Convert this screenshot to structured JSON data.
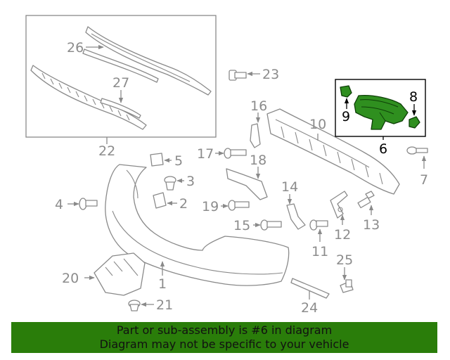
{
  "diagram": {
    "labels": {
      "l1": "1",
      "l2": "2",
      "l3": "3",
      "l4": "4",
      "l5": "5",
      "l6": "6",
      "l7": "7",
      "l8": "8",
      "l9": "9",
      "l10": "10",
      "l11": "11",
      "l12": "12",
      "l13": "13",
      "l14": "14",
      "l15": "15",
      "l16": "16",
      "l17": "17",
      "l18": "18",
      "l19": "19",
      "l20": "20",
      "l21": "21",
      "l22": "22",
      "l23": "23",
      "l24": "24",
      "l25": "25",
      "l26": "26",
      "l27": "27"
    },
    "highlight_part": "6",
    "colors": {
      "highlight_fill": "#2f8f1f",
      "callout_gray": "#8c8c8c",
      "banner_bg": "#2a7d0a"
    }
  },
  "banner": {
    "line1": "Part or sub-assembly is #6 in diagram",
    "line2": "Diagram may not be specific to your vehicle"
  }
}
